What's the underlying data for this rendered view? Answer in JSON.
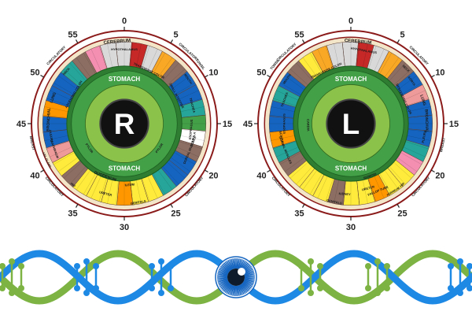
{
  "charts": [
    {
      "side_letter": "R",
      "ticks": [
        {
          "label": "0",
          "deg": 0
        },
        {
          "label": "5",
          "deg": 30
        },
        {
          "label": "10",
          "deg": 60
        },
        {
          "label": "15",
          "deg": 90
        },
        {
          "label": "20",
          "deg": 120
        },
        {
          "label": "25",
          "deg": 150
        },
        {
          "label": "30",
          "deg": 180
        },
        {
          "label": "35",
          "deg": 210
        },
        {
          "label": "40",
          "deg": 240
        },
        {
          "label": "45",
          "deg": 270
        },
        {
          "label": "50",
          "deg": 300
        },
        {
          "label": "55",
          "deg": 330
        }
      ],
      "outer_labels": [
        {
          "text": "CIRCULATORY",
          "deg": 42
        },
        {
          "text": "TONSIL",
          "deg": 52
        },
        {
          "text": "CIRCULATORY",
          "deg": 132
        },
        {
          "text": "CIRCULATORY",
          "deg": 228
        },
        {
          "text": "BREAST",
          "deg": 258
        },
        {
          "text": "CIRCULATORY",
          "deg": 315
        }
      ],
      "inner_labels": [
        {
          "text": "STOMACH",
          "deg": 0,
          "r": 0.48,
          "size": 8
        },
        {
          "text": "STOMACH",
          "deg": 180,
          "r": 0.48,
          "size": 8
        },
        {
          "text": "DUODENUM",
          "deg": 200,
          "r": 0.6,
          "size": 5
        },
        {
          "text": "PYLOR",
          "deg": 235,
          "r": 0.46,
          "size": 4
        },
        {
          "text": "PYLOR",
          "deg": 125,
          "r": 0.46,
          "size": 4
        },
        {
          "text": "TRANSVERSE COLON",
          "deg": 25,
          "r": 0.63,
          "size": 4
        },
        {
          "text": "SMALL INTESTINE",
          "deg": 62,
          "r": 0.64,
          "size": 4
        },
        {
          "text": "ASCENDING COLON",
          "deg": 300,
          "r": 0.63,
          "size": 4
        },
        {
          "text": "CEREBRUM",
          "deg": 355,
          "r": 0.89,
          "size": 6
        },
        {
          "text": "HYPOTHALAMUS",
          "deg": 0,
          "r": 0.8,
          "size": 4
        },
        {
          "text": "LUNG",
          "deg": 290,
          "r": 0.82,
          "size": 5
        },
        {
          "text": "BRONCHIAL",
          "deg": 273,
          "r": 0.82,
          "size": 5
        },
        {
          "text": "PLEURA",
          "deg": 260,
          "r": 0.8,
          "size": 4
        },
        {
          "text": "DIAPHRAGM",
          "deg": 250,
          "r": 0.8,
          "size": 4
        },
        {
          "text": "AXIL GLAND",
          "deg": 245,
          "r": 0.92,
          "size": 3.5
        },
        {
          "text": "TRACHEA",
          "deg": 75,
          "r": 0.76,
          "size": 4
        },
        {
          "text": "ESOPHAGUS",
          "deg": 95,
          "r": 0.72,
          "size": 4
        },
        {
          "text": "SCAPULA",
          "deg": 103,
          "r": 0.76,
          "size": 4
        },
        {
          "text": "DORSAL MUSCLES",
          "deg": 112,
          "r": 0.76,
          "size": 4
        },
        {
          "text": "URETER",
          "deg": 195,
          "r": 0.78,
          "size": 4
        },
        {
          "text": "GENITALS",
          "deg": 170,
          "r": 0.86,
          "size": 4
        },
        {
          "text": "NECK",
          "deg": 312,
          "r": 0.84,
          "size": 4
        },
        {
          "text": "MOUTH",
          "deg": 55,
          "r": 0.84,
          "size": 4
        },
        {
          "text": "HIP",
          "deg": 220,
          "r": 0.86,
          "size": 4
        },
        {
          "text": "ILEUM",
          "deg": 175,
          "r": 0.66,
          "size": 4
        }
      ]
    },
    {
      "side_letter": "L",
      "ticks": [
        {
          "label": "0",
          "deg": 0
        },
        {
          "label": "5",
          "deg": 30
        },
        {
          "label": "10",
          "deg": 60
        },
        {
          "label": "15",
          "deg": 90
        },
        {
          "label": "20",
          "deg": 120
        },
        {
          "label": "25",
          "deg": 150
        },
        {
          "label": "30",
          "deg": 180
        },
        {
          "label": "35",
          "deg": 210
        },
        {
          "label": "40",
          "deg": 240
        },
        {
          "label": "45",
          "deg": 270
        },
        {
          "label": "50",
          "deg": 300
        },
        {
          "label": "55",
          "deg": 330
        }
      ],
      "outer_labels": [
        {
          "text": "TONSIL",
          "deg": 308
        },
        {
          "text": "CIRCULATORY",
          "deg": 318
        },
        {
          "text": "CIRCULATORY",
          "deg": 45
        },
        {
          "text": "BREAST",
          "deg": 103
        },
        {
          "text": "CIRCULATORY",
          "deg": 132
        },
        {
          "text": "CIRCULATORY",
          "deg": 228
        }
      ],
      "inner_labels": [
        {
          "text": "STOMACH",
          "deg": 0,
          "r": 0.48,
          "size": 8
        },
        {
          "text": "STOMACH",
          "deg": 180,
          "r": 0.48,
          "size": 8
        },
        {
          "text": "SIGMOID",
          "deg": 160,
          "r": 0.6,
          "size": 4
        },
        {
          "text": "TRANSVERSE COLON",
          "deg": 335,
          "r": 0.63,
          "size": 4
        },
        {
          "text": "DESCENDING COLON",
          "deg": 65,
          "r": 0.63,
          "size": 4
        },
        {
          "text": "CARDIA",
          "deg": 268,
          "r": 0.46,
          "size": 4
        },
        {
          "text": "CEREBRUM",
          "deg": 5,
          "r": 0.89,
          "size": 6
        },
        {
          "text": "HYPOTHALAMUS",
          "deg": 10,
          "r": 0.8,
          "size": 4
        },
        {
          "text": "LUNG",
          "deg": 72,
          "r": 0.82,
          "size": 5
        },
        {
          "text": "BRONCHIAL",
          "deg": 88,
          "r": 0.82,
          "size": 5
        },
        {
          "text": "PLEURA",
          "deg": 100,
          "r": 0.8,
          "size": 4
        },
        {
          "text": "AORTA",
          "deg": 55,
          "r": 0.8,
          "size": 4
        },
        {
          "text": "TRACHEA",
          "deg": 290,
          "r": 0.76,
          "size": 4
        },
        {
          "text": "ESOPHAGUS",
          "deg": 270,
          "r": 0.72,
          "size": 4
        },
        {
          "text": "SCAPULA",
          "deg": 258,
          "r": 0.76,
          "size": 4
        },
        {
          "text": "DORSAL MUSCLES",
          "deg": 248,
          "r": 0.76,
          "size": 4
        },
        {
          "text": "FALLOP TUBE",
          "deg": 158,
          "r": 0.78,
          "size": 4
        },
        {
          "text": "URETER",
          "deg": 165,
          "r": 0.72,
          "size": 4
        },
        {
          "text": "KIDNEY",
          "deg": 185,
          "r": 0.76,
          "size": 4
        },
        {
          "text": "GENITALS",
          "deg": 192,
          "r": 0.86,
          "size": 4
        },
        {
          "text": "PERINEUM",
          "deg": 148,
          "r": 0.86,
          "size": 3.5
        },
        {
          "text": "NECK",
          "deg": 45,
          "r": 0.84,
          "size": 4
        },
        {
          "text": "MOUTH",
          "deg": 305,
          "r": 0.84,
          "size": 4
        },
        {
          "text": "HIP",
          "deg": 140,
          "r": 0.86,
          "size": 4
        }
      ]
    }
  ],
  "colors": {
    "ring_border": "#8b1a1a",
    "inner_green": "#2e7d32",
    "inner_light_green": "#43a047",
    "pupil": "#111111",
    "dna_green": "#7cb342",
    "dna_blue": "#1e88e5",
    "eye_blue": "#1565c0"
  },
  "banner": {
    "icon": "eye-icon"
  }
}
